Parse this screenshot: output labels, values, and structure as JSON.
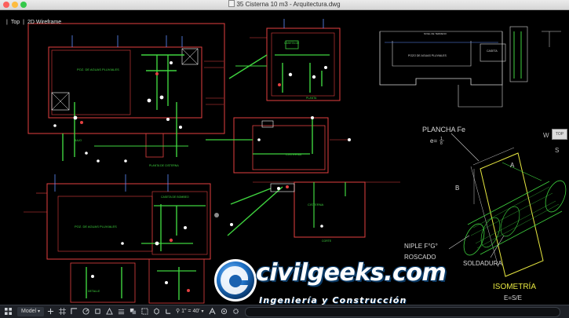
{
  "window": {
    "title": "35 Cisterna 10 m3 - Arquitectura.dwg",
    "traffic_lights": [
      "#fc605c",
      "#fdbc40",
      "#34c84a"
    ]
  },
  "viewport": {
    "view": "Top",
    "style": "2D Wireframe"
  },
  "viewcube": {
    "compass_w": "W",
    "face": "TOP",
    "compass_s": "S"
  },
  "drawing": {
    "detail_labels": {
      "plancha": "PLANCHA  Fe",
      "thickness": "e=",
      "thickness_num": "1",
      "thickness_den": "8",
      "dim_a": "A",
      "dim_b": "B",
      "niple": "NIPLE  F°G°",
      "roscado": "ROSCADO",
      "soldadura": "SOLDADURA",
      "isometria": "ISOMETRÍA",
      "scale": "E=S/E"
    },
    "colors": {
      "walls": "#e34040",
      "pipes": "#3fd43f",
      "fittings": "#ffffff",
      "dimensions": "#5f8fff",
      "section": "#d8d8d8",
      "plate": "#e6e640"
    }
  },
  "watermark": {
    "brand": "civilgeeks.com",
    "tagline": "Ingeniería y Construcción"
  },
  "statusbar": {
    "layout_label": "Model",
    "scale_label": "1\" = 40'"
  }
}
